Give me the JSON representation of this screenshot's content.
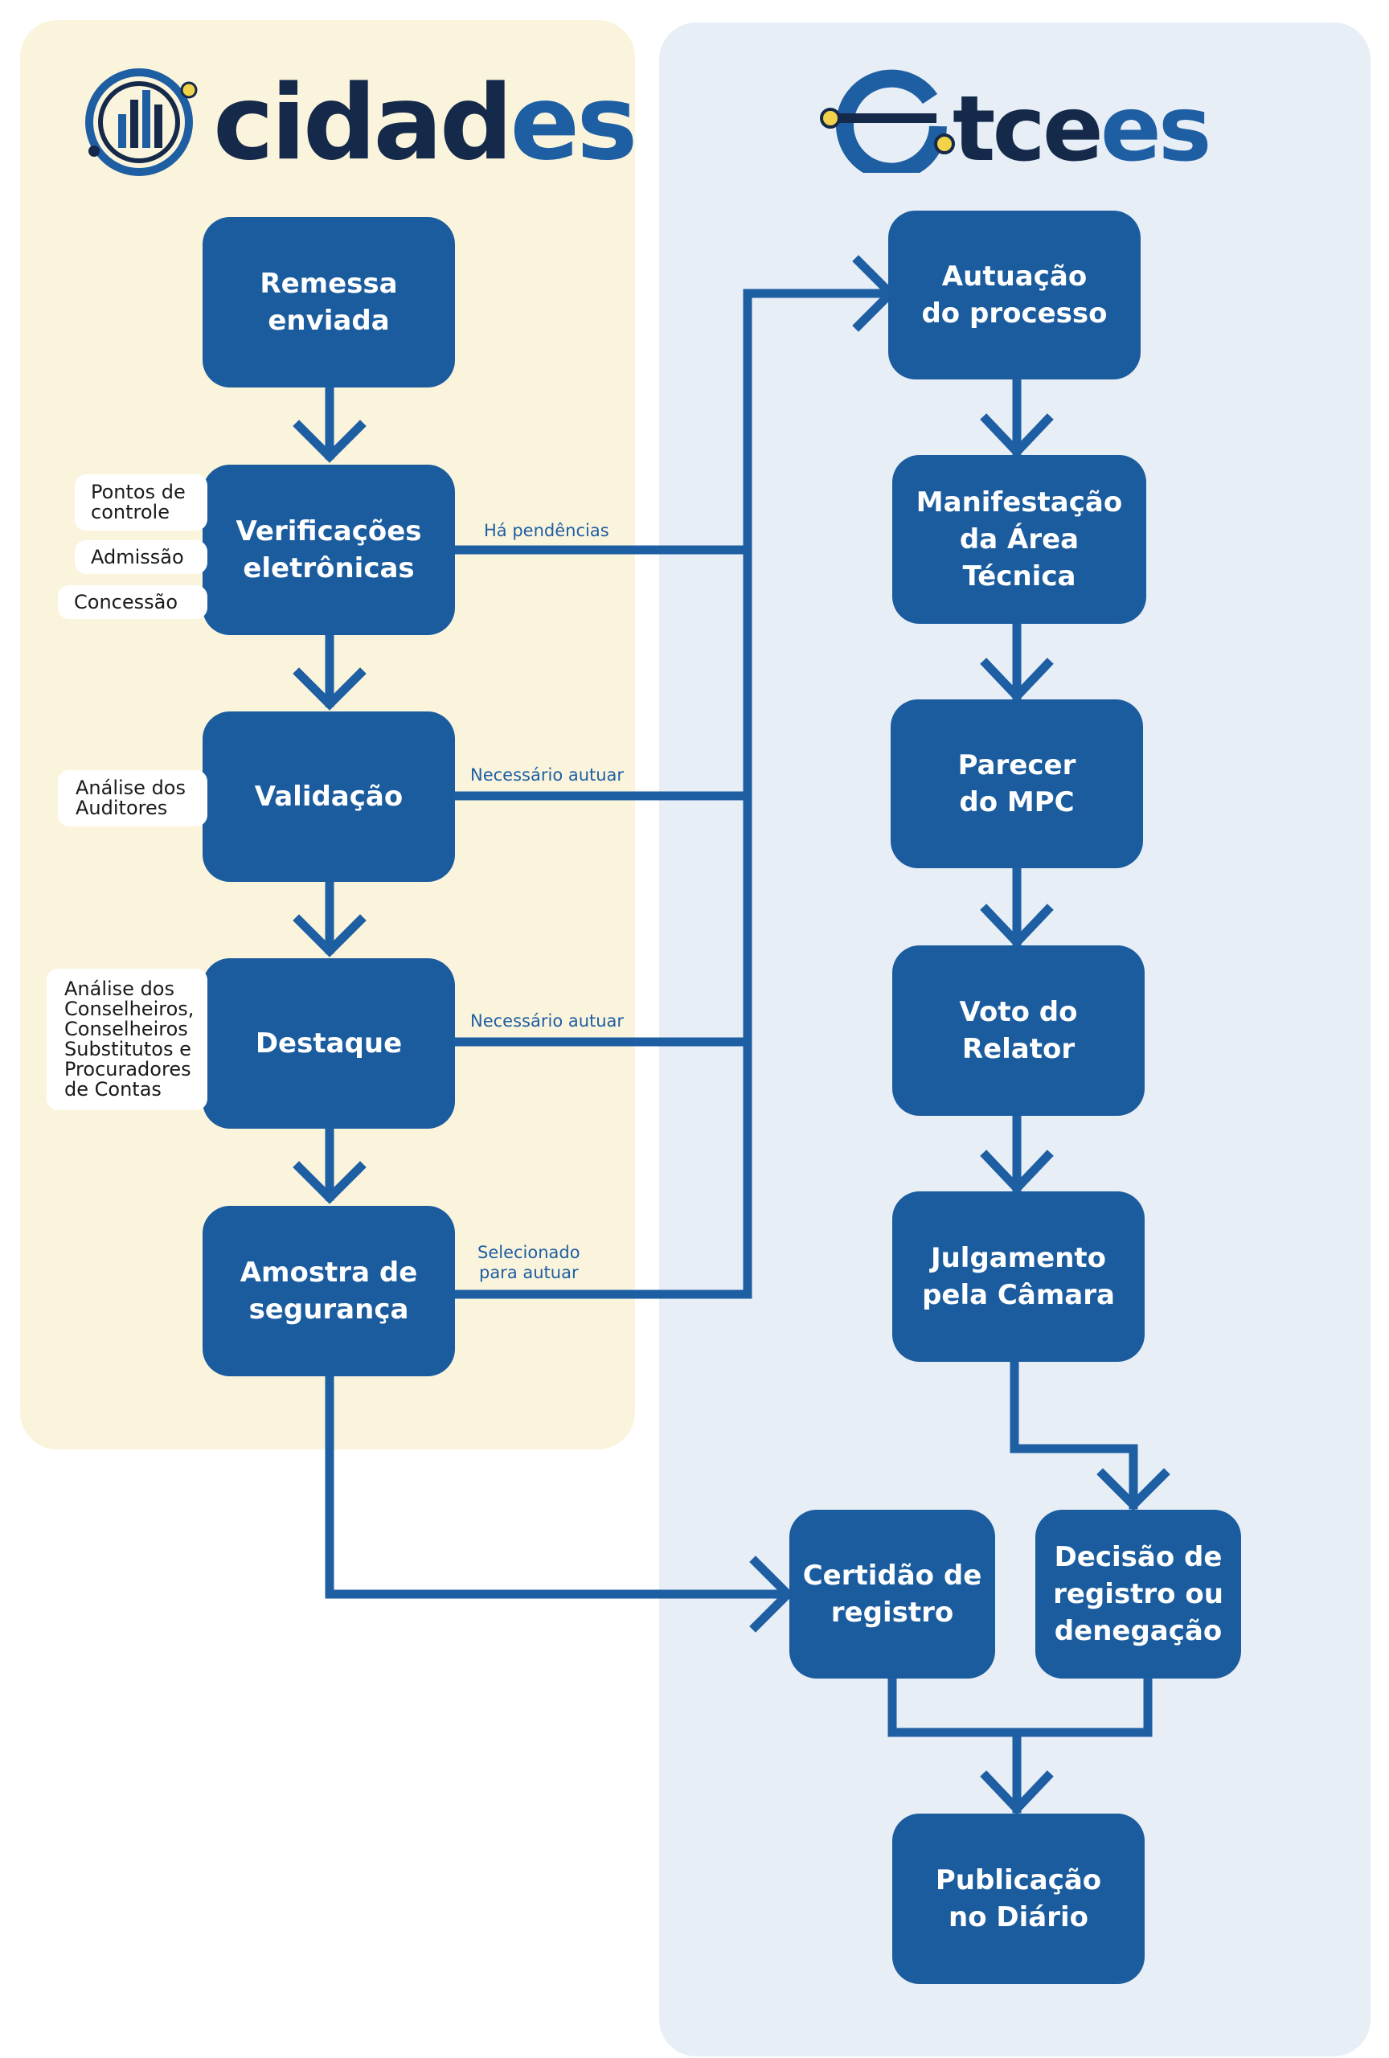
{
  "logos": {
    "cidades": {
      "dark": "cidad",
      "accent": "es"
    },
    "tcees": {
      "dark": "tce",
      "accent": "es"
    }
  },
  "nodes": {
    "remessa": "Remessa\nenviada",
    "verificacoes": "Verificações\neletrônicas",
    "validacao": "Validação",
    "destaque": "Destaque",
    "amostra": "Amostra de\nsegurança",
    "autuacao": "Autuação\ndo processo",
    "manifestacao": "Manifestação\nda Área Técnica",
    "parecer": "Parecer\ndo MPC",
    "voto": "Voto do\nRelator",
    "julgamento": "Julgamento\npela Câmara",
    "certidao": "Certidão de\nregistro",
    "decisao": "Decisão de\nregistro ou\ndenegação",
    "publicacao": "Publicação\nno Diário"
  },
  "side_tags": {
    "pontos": "Pontos de\ncontrole",
    "admissao": "Admissão",
    "concessao": "Concessão",
    "auditores": "Análise dos\nAuditores",
    "conselheiros": "Análise dos\nConselheiros,\nConselheiros\nSubstitutos e\nProcuradores\nde Contas"
  },
  "edge_labels": {
    "pendencias": "Há pendências",
    "necessario1": "Necessário autuar",
    "necessario2": "Necessário autuar",
    "selecionado": "Selecionado\npara autuar"
  },
  "colors": {
    "node": "#1b5c9e",
    "connector": "#1e5ea3",
    "left_panel": "#fbf4dc",
    "right_panel": "#e7eef6",
    "logo_dark": "#15294a",
    "logo_accent": "#1e5ea3",
    "logo_dot": "#f2d24a"
  }
}
